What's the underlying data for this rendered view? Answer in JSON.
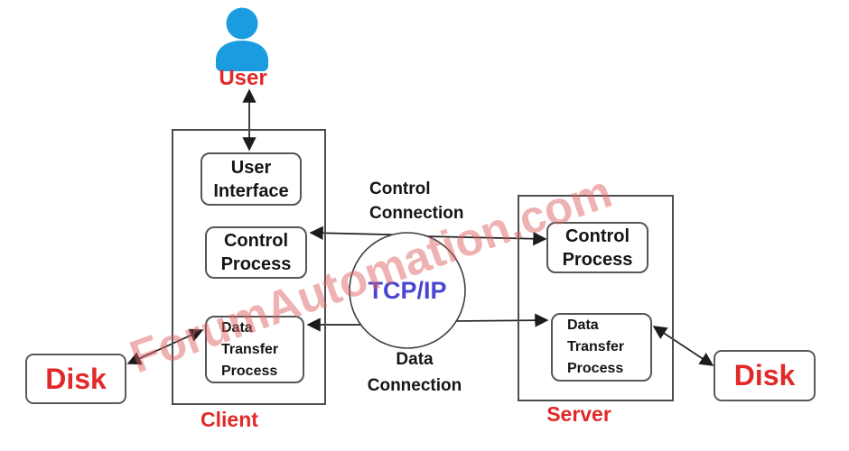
{
  "diagram": {
    "user": {
      "label": "User"
    },
    "client": {
      "label": "Client",
      "user_interface": "User Interface",
      "control_process": "Control Process",
      "data_transfer_process": "Data Transfer Process"
    },
    "server": {
      "label": "Server",
      "control_process": "Control Process",
      "data_transfer_process": "Data Transfer Process"
    },
    "network": {
      "label": "TCP/IP"
    },
    "connections": {
      "control": "Control Connection",
      "data": "Data Connection"
    },
    "disk_left": {
      "label": "Disk"
    },
    "disk_right": {
      "label": "Disk"
    },
    "watermark": "ForumAutomation.com",
    "colors": {
      "red": "#e22828",
      "icon_blue": "#1b9ce1",
      "tcpip_blue": "#4a45d2",
      "watermark_pink": "#de6060",
      "line": "#222222",
      "border_gray": "#4d4d4d"
    }
  }
}
